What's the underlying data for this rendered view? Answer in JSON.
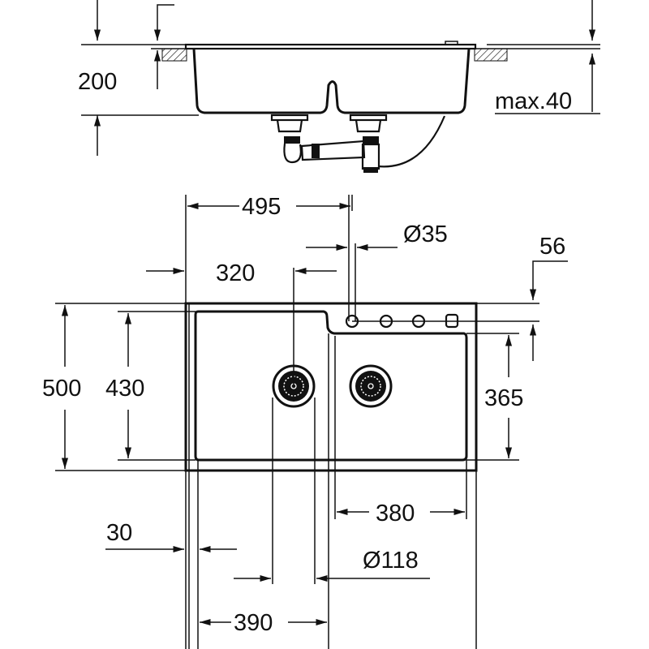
{
  "drawing": {
    "title": "Double bowl sink dimension drawing",
    "section_view": {
      "height_label": "200",
      "counter_thickness_label": "max.40"
    },
    "plan_view": {
      "dimensions": {
        "tap_center_from_left": "495",
        "tap_hole_diameter": "Ø35",
        "tap_hole_from_edge": "56",
        "left_drain_from_left": "320",
        "overall_depth": "500",
        "left_bowl_depth": "430",
        "right_bowl_depth": "365",
        "right_bowl_width": "380",
        "rim_offset": "30",
        "drain_diameter": "Ø118",
        "left_bowl_width": "390"
      }
    },
    "colors": {
      "line": "#111111",
      "background": "#ffffff"
    }
  }
}
